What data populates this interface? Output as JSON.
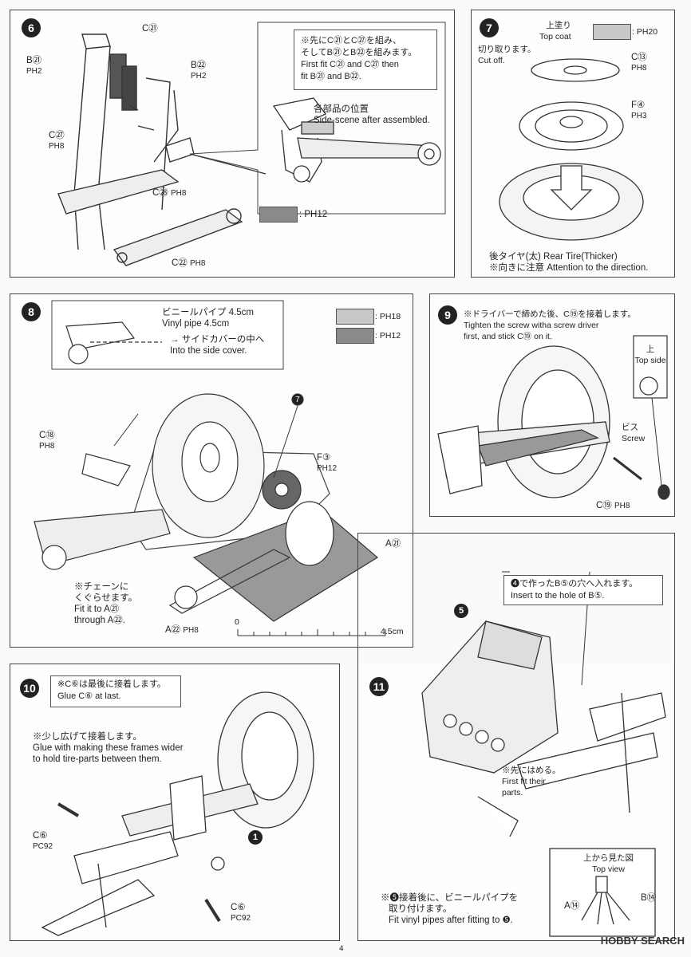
{
  "step6": {
    "number": "6",
    "note": [
      "※先にC㉑とC㉗を組み、",
      "そしてB㉑とB㉒を組みます。",
      "First fit C㉑ and C㉗ then",
      "fit B㉑ and B㉒."
    ],
    "side_view": [
      "各部品の位置",
      "Side-scene after assembled."
    ],
    "labels": {
      "c21": "C㉑",
      "b21": "B㉑",
      "b21_ref": "PH2",
      "b22": "B㉒",
      "b22_ref": "PH2",
      "c27": "C㉗",
      "c27_ref": "PH8",
      "c28": "C㉘",
      "c28_ref": "PH8",
      "c22": "C㉒",
      "c22_ref": "PH8",
      "swatch_ref": ": PH12"
    }
  },
  "step7": {
    "number": "7",
    "topcoat": [
      "上塗り",
      "Top coat"
    ],
    "topcoat_ref": ": PH20",
    "cut": [
      "切り取ります。",
      "Cut off."
    ],
    "c13": "C⑬",
    "c13_ref": "PH8",
    "f4": "F④",
    "f4_ref": "PH3",
    "caption": [
      "後タイヤ(太) Rear Tire(Thicker)",
      "※向きに注意 Attention to the direction."
    ]
  },
  "step8": {
    "number": "8",
    "pipe": [
      "ビニールパイプ 4.5cm",
      "Vinyl pipe 4.5cm"
    ],
    "side": [
      "→ サイドカバーの中へ",
      "Into the side cover."
    ],
    "swatch1_ref": ": PH18",
    "swatch2_ref": ": PH12",
    "c18": "C⑱",
    "c18_ref": "PH8",
    "f3": "F③",
    "f3_ref": "PH12",
    "a21": "A㉑",
    "chain": [
      "※チェーンに",
      "くぐらせます。",
      "Fit it to A㉑",
      "through A㉒."
    ],
    "a22": "A㉒",
    "a22_ref": "PH8",
    "ruler_start": "0",
    "ruler_end": "4.5cm",
    "ref7": "7"
  },
  "step9": {
    "number": "9",
    "note": [
      "※ドライバーで締めた後、C⑲を接着します。",
      "Tighten the screw witha screw driver",
      "first, and stick C⑲ on it."
    ],
    "top": [
      "上",
      "Top side"
    ],
    "screw": [
      "ビス",
      "Screw"
    ],
    "c19": "C⑲",
    "c19_ref": "PH8"
  },
  "step10": {
    "number": "10",
    "note": [
      "※C⑥は最後に接着します。",
      "Glue C⑥ at last."
    ],
    "wide": [
      "※少し広げて接着します。",
      "Glue with making these frames wider",
      "to hold tire-parts between them."
    ],
    "c6a": "C⑥",
    "c6a_ref": "PC92",
    "c6b": "C⑥",
    "c6b_ref": "PC92",
    "ref1": "1"
  },
  "step11": {
    "number": "11",
    "note": [
      "❹で作ったB⑤の穴へ入れます。",
      "Insert to the hole of B⑤."
    ],
    "first": [
      "※先にはめる。",
      "First fit their",
      "parts."
    ],
    "pipe": [
      "※❺接着後に、ビニールパイプを",
      "取り付けます。",
      "Fit vinyl pipes after fitting to ❺."
    ],
    "topview": [
      "上から見た図",
      "Top view"
    ],
    "a14": "A⑭",
    "b14": "B⑭",
    "ref5": "5"
  },
  "page_number": "4",
  "watermark": "HOBBY SEARCH",
  "colors": {
    "swatch_dark": "#8a8a8a",
    "swatch_light": "#c8c8c8",
    "swatch_mid": "#a0a0a0"
  }
}
